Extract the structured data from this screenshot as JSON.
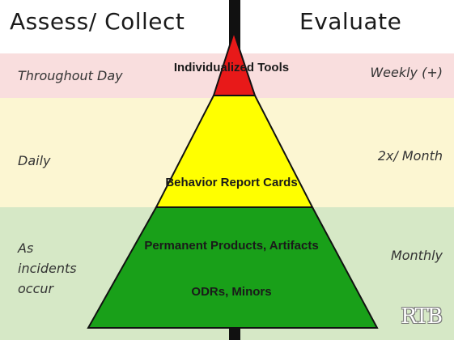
{
  "headers": {
    "left": "Assess/ Collect",
    "right": "Evaluate"
  },
  "rows": {
    "top": {
      "left": "Throughout Day",
      "right": "Weekly (+)"
    },
    "middle": {
      "left": "Daily",
      "right": "2x/ Month"
    },
    "bottom": {
      "left_lines": [
        "As",
        "incidents",
        "occur"
      ],
      "right": "Monthly"
    }
  },
  "pyramid": {
    "tiers": {
      "red": "Individualized Tools",
      "yellow": "Behavior Report Cards",
      "green_primary": "Permanent Products, Artifacts",
      "green_secondary": "ODRs, Minors"
    },
    "colors": {
      "red": "#e81919",
      "yellow": "#ffff00",
      "green": "#19a019",
      "outline": "#111111"
    }
  },
  "bands": {
    "top": "#f9dede",
    "middle": "#fcf6d2",
    "bottom": "#d6e8c6"
  },
  "logo": "RTB"
}
